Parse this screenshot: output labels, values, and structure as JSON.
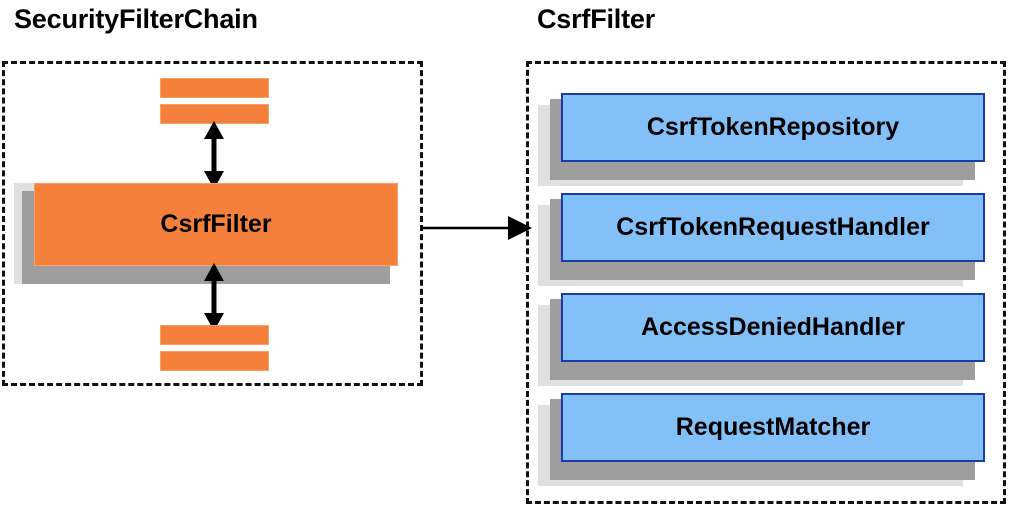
{
  "diagram": {
    "type": "component-relationship-diagram",
    "background_color": "#ffffff",
    "panels": [
      {
        "id": "security-filter-chain",
        "title": "SecurityFilterChain",
        "border_style": "dashed",
        "border_color": "#111111",
        "items": [
          {
            "label": "CsrfFilter",
            "fill": "#f4803c",
            "kind": "highlighted-filter"
          }
        ],
        "stubs": [
          {
            "name": "filter-stub-top-1",
            "fill": "#f4803c"
          },
          {
            "name": "filter-stub-top-2",
            "fill": "#f4803c"
          },
          {
            "name": "filter-stub-bottom-1",
            "fill": "#f4803c"
          },
          {
            "name": "filter-stub-bottom-2",
            "fill": "#f4803c"
          }
        ]
      },
      {
        "id": "csrf-filter",
        "title": "CsrfFilter",
        "border_style": "dashed",
        "border_color": "#111111",
        "items": [
          {
            "label": "CsrfTokenRepository",
            "fill": "#82c0f7",
            "border": "#1a3ca8"
          },
          {
            "label": "CsrfTokenRequestHandler",
            "fill": "#82c0f7",
            "border": "#1a3ca8"
          },
          {
            "label": "AccessDeniedHandler",
            "fill": "#82c0f7",
            "border": "#1a3ca8"
          },
          {
            "label": "RequestMatcher",
            "fill": "#82c0f7",
            "border": "#1a3ca8"
          }
        ]
      }
    ],
    "connectors": [
      {
        "name": "chain-up-arrow",
        "style": "double-headed",
        "orientation": "vertical",
        "color": "#000000"
      },
      {
        "name": "chain-down-arrow",
        "style": "double-headed",
        "orientation": "vertical",
        "color": "#000000"
      },
      {
        "name": "expand-arrow",
        "style": "single-headed",
        "orientation": "horizontal",
        "color": "#000000"
      }
    ],
    "colors": {
      "orange": "#f4803c",
      "orange_border": "#f9a06a",
      "blue": "#82c0f7",
      "blue_border": "#1a3ca8",
      "shadow_dark": "#9e9e9e",
      "shadow_light": "#e0e0e0",
      "stroke": "#000000"
    }
  }
}
